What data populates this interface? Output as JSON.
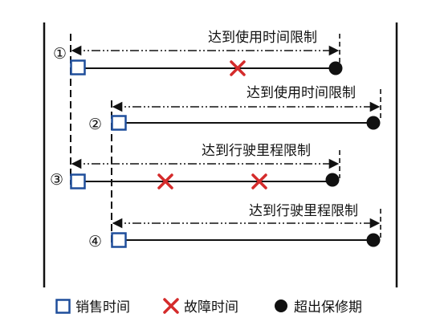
{
  "colors": {
    "frame": "#111111",
    "sale_marker": "#1f4e9b",
    "failure_marker": "#d42b2b",
    "end_marker": "#111111",
    "line": "#111111"
  },
  "scenarios": [
    {
      "number": "①",
      "limit_label": "达到使用时间限制",
      "failures": 1
    },
    {
      "number": "②",
      "limit_label": "达到使用时间限制",
      "failures": 0
    },
    {
      "number": "③",
      "limit_label": "达到行驶里程限制",
      "failures": 2
    },
    {
      "number": "④",
      "limit_label": "达到行驶里程限制",
      "failures": 0
    }
  ],
  "legend": {
    "sale_label": "销售时间",
    "failure_label": "故障时间",
    "end_label": "超出保修期",
    "sale_icon": "hollow-square",
    "failure_icon": "red-x",
    "end_icon": "black-dot"
  }
}
